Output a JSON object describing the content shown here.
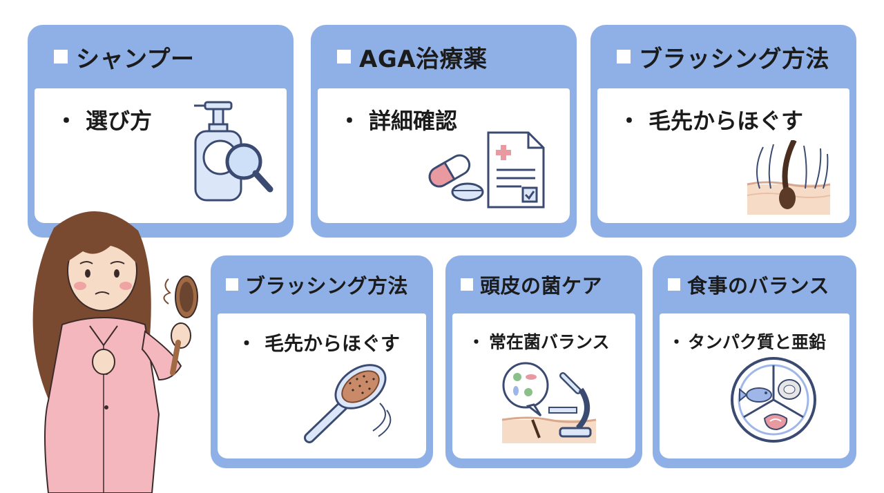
{
  "cards": [
    {
      "title": "シャンプー",
      "bullet": "選び方",
      "icon": "shampoo-bottle-magnifier"
    },
    {
      "title": "AGA治療薬",
      "bullet": "詳細確認",
      "icon": "pills-and-prescription"
    },
    {
      "title": "ブラッシング方法",
      "bullet": "毛先からほぐす",
      "icon": "hair-follicle"
    },
    {
      "title": "ブラッシング方法",
      "bullet": "毛先からほぐす",
      "icon": "hairbrush"
    },
    {
      "title": "頭皮の菌ケア",
      "bullet": "常在菌バランス",
      "icon": "microscope-bacteria"
    },
    {
      "title": "食事のバランス",
      "bullet": "タンパク質と亜鉛",
      "icon": "plate-fish-oyster-meat"
    }
  ],
  "bullet_mark": "・",
  "colors": {
    "card": "#8fb0e6",
    "icon_stroke": "#3b4a70",
    "icon_fill": "#dbe7f9",
    "pill_red": "#e99aa0",
    "skin": "#f6dcc6",
    "hair": "#7a4a30",
    "pajama": "#f4b7bd"
  }
}
